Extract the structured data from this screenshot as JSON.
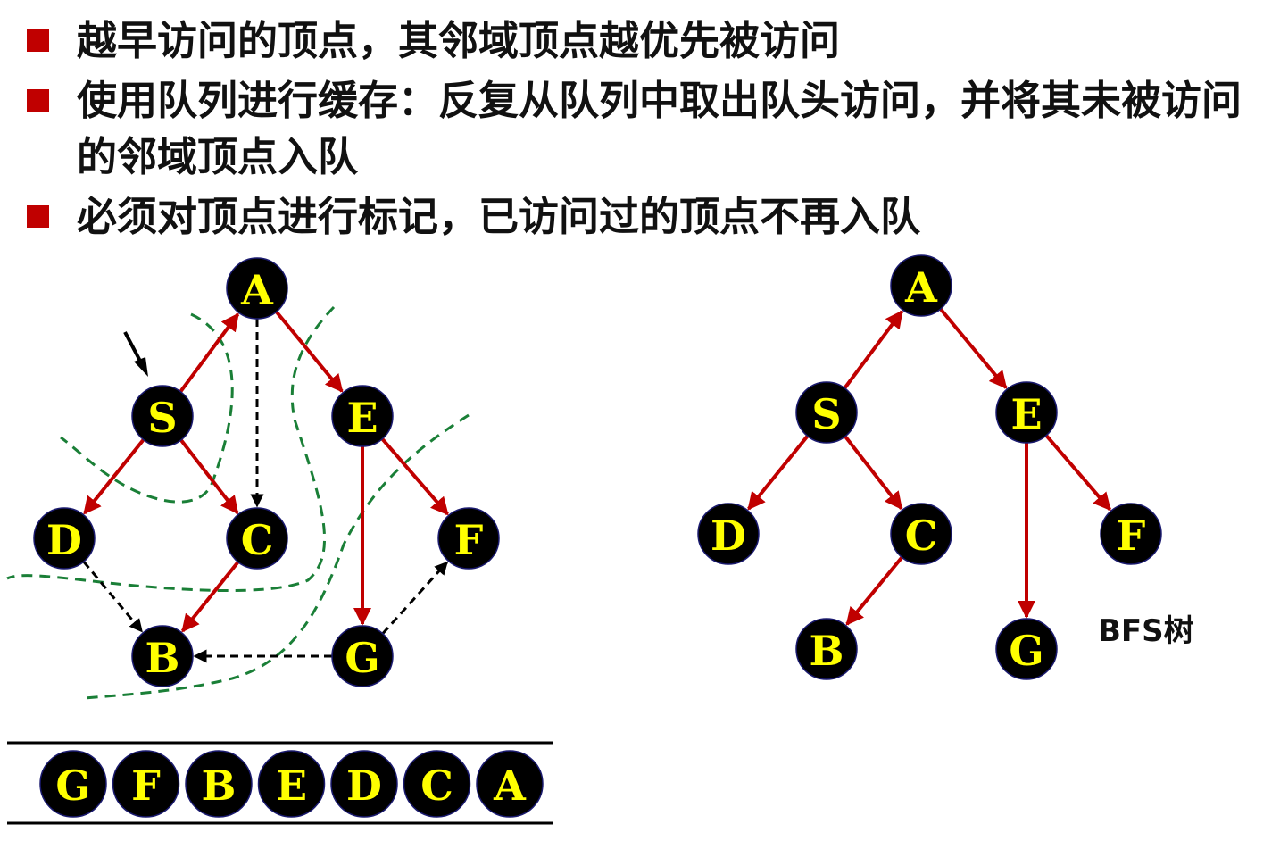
{
  "bullets": [
    {
      "text": "越早访问的顶点，其邻域顶点越优先被访问"
    },
    {
      "text": "使用队列进行缓存：反复从队列中取出队头访问，并将其未被访问的邻域顶点入队"
    },
    {
      "text": "必须对顶点进行标记，已访问过的顶点不再入队"
    }
  ],
  "graph": {
    "nodes": [
      "A",
      "S",
      "E",
      "D",
      "C",
      "F",
      "B",
      "G"
    ],
    "tree_edges": [
      [
        "S",
        "A"
      ],
      [
        "A",
        "E"
      ],
      [
        "S",
        "D"
      ],
      [
        "S",
        "C"
      ],
      [
        "E",
        "F"
      ],
      [
        "E",
        "G"
      ],
      [
        "C",
        "B"
      ]
    ],
    "non_tree_edges": [
      [
        "A",
        "C"
      ],
      [
        "D",
        "B"
      ],
      [
        "G",
        "B"
      ],
      [
        "G",
        "F"
      ]
    ]
  },
  "queue": [
    "G",
    "F",
    "B",
    "E",
    "D",
    "C",
    "A"
  ],
  "tree": {
    "caption": "BFS树",
    "nodes": [
      "A",
      "S",
      "E",
      "D",
      "C",
      "F",
      "B",
      "G"
    ],
    "edges": [
      [
        "S",
        "A"
      ],
      [
        "A",
        "E"
      ],
      [
        "S",
        "D"
      ],
      [
        "S",
        "C"
      ],
      [
        "E",
        "F"
      ],
      [
        "E",
        "G"
      ],
      [
        "C",
        "B"
      ]
    ]
  },
  "colors": {
    "bullet": "#c00000",
    "tree_edge": "#c00000",
    "non_tree_edge": "#000000",
    "wavefront": "#1a7f37",
    "node_fill": "#000000",
    "node_label": "#ffff00"
  }
}
